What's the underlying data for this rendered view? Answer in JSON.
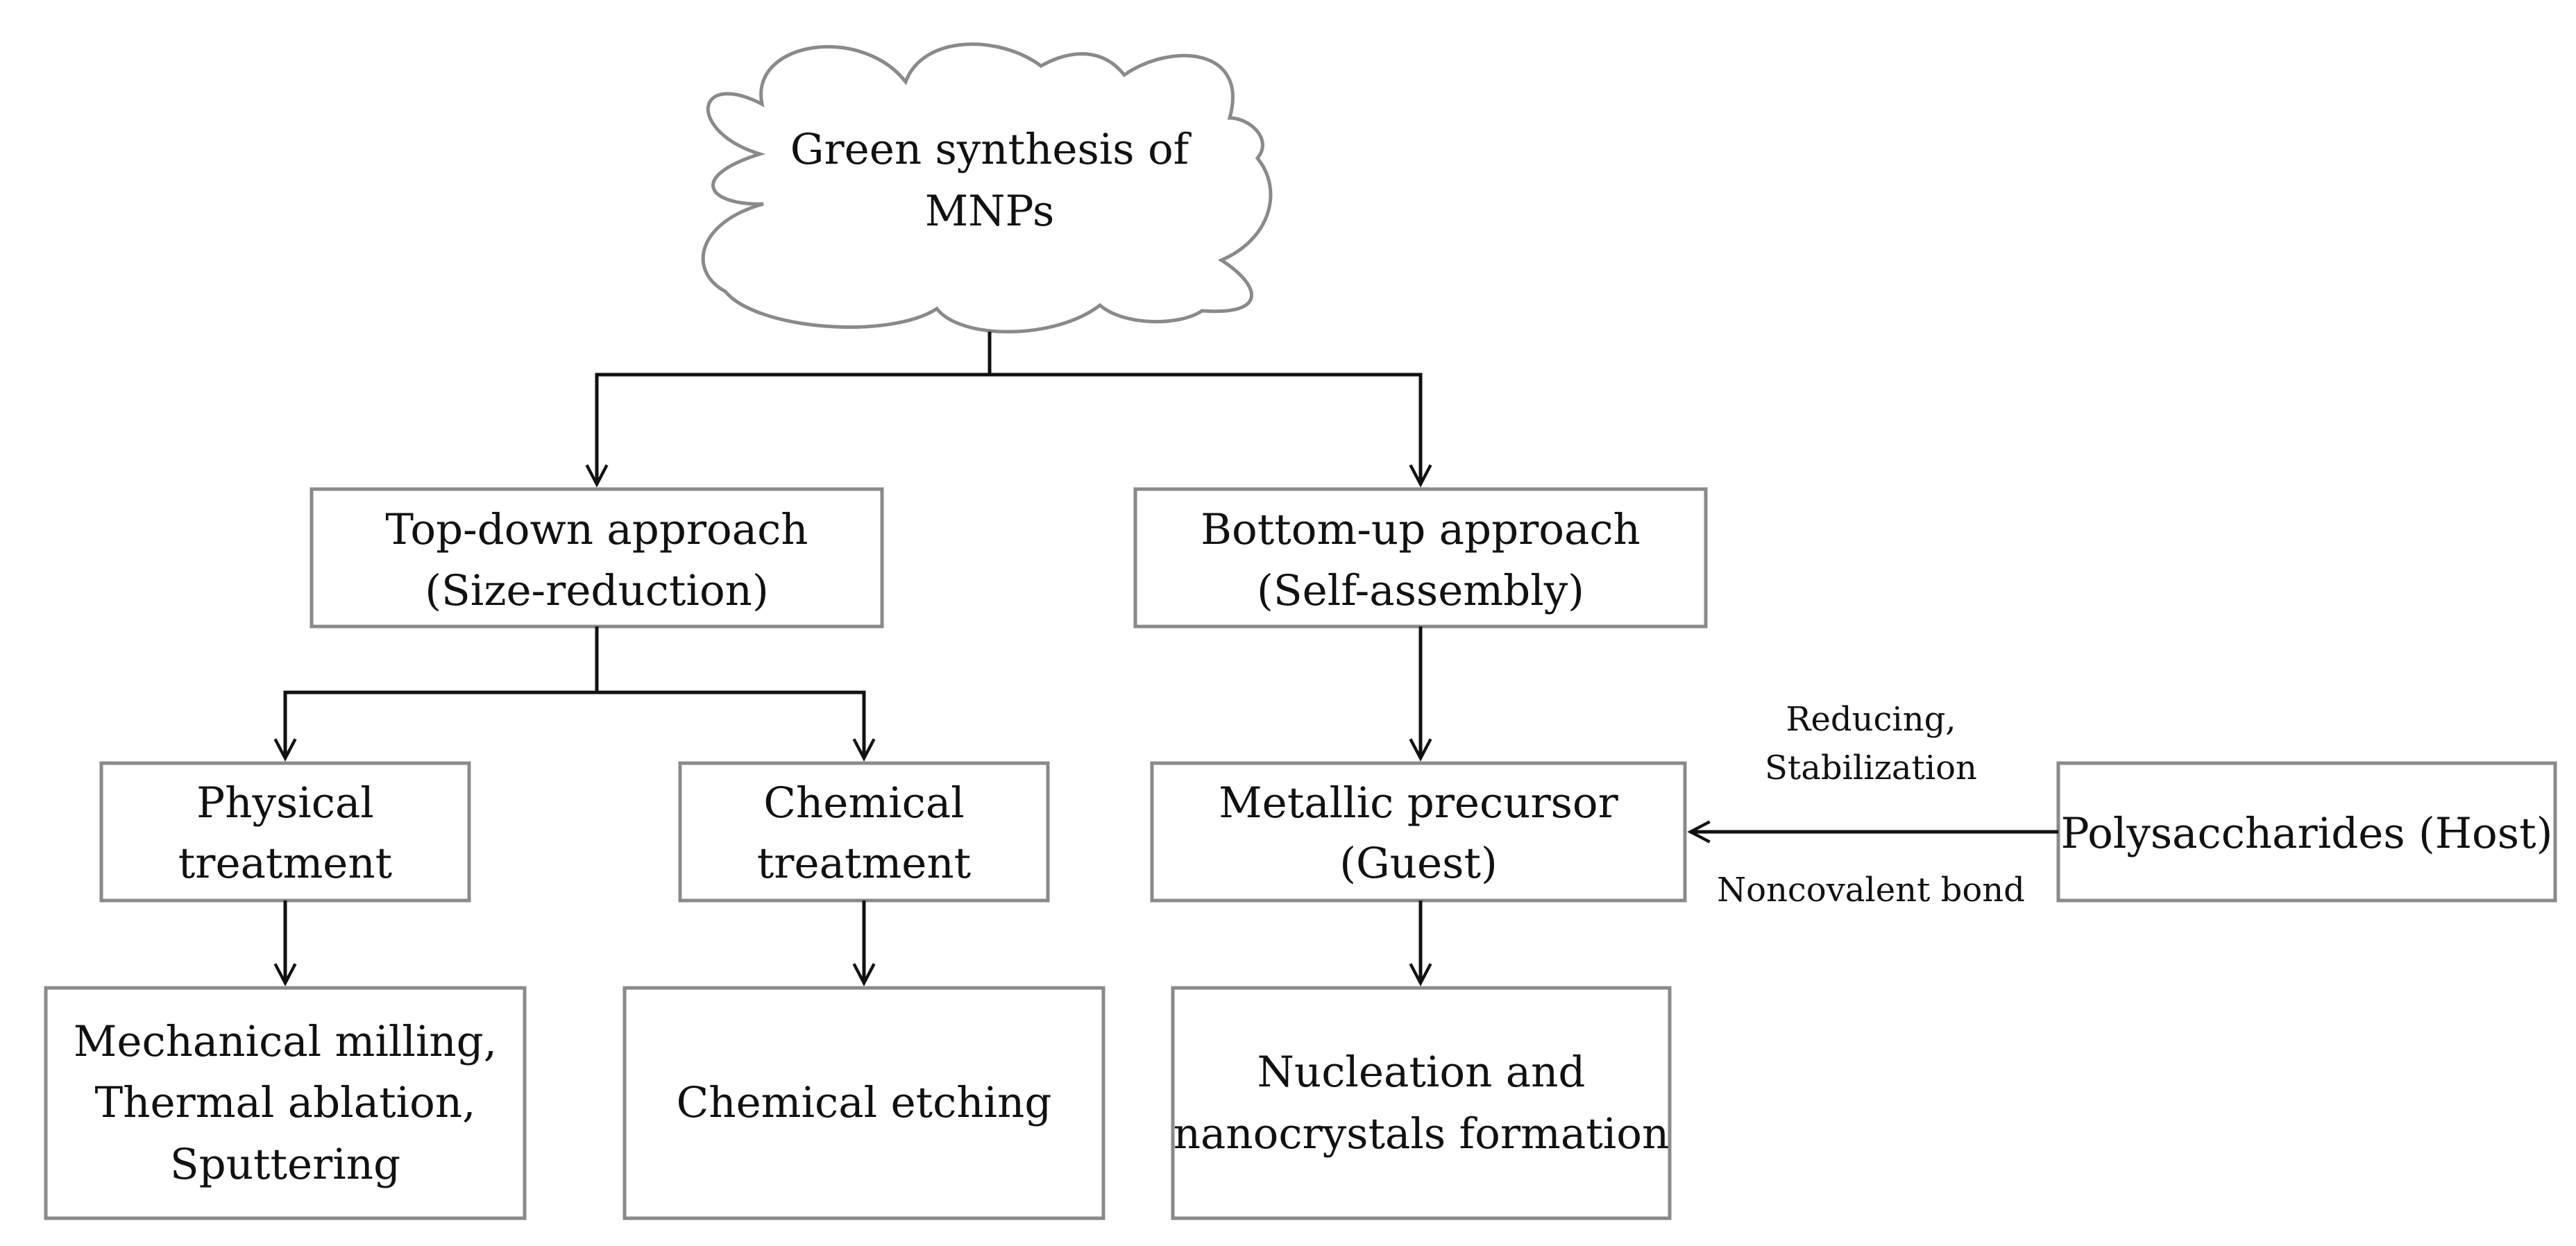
{
  "nodes": {
    "root": {
      "lines": [
        "Green synthesis of",
        "MNPs"
      ]
    },
    "top_down": {
      "lines": [
        "Top-down approach",
        "(Size-reduction)"
      ]
    },
    "bottom_up": {
      "lines": [
        "Bottom-up approach",
        "(Self-assembly)"
      ]
    },
    "physical": {
      "lines": [
        "Physical",
        "treatment"
      ]
    },
    "chemical": {
      "lines": [
        "Chemical",
        "treatment"
      ]
    },
    "precursor": {
      "lines": [
        "Metallic precursor",
        "(Guest)"
      ]
    },
    "polysaccharides": {
      "lines": [
        "Polysaccharides (Host)"
      ]
    },
    "milling": {
      "lines": [
        "Mechanical milling,",
        "Thermal ablation,",
        "Sputtering"
      ]
    },
    "etching": {
      "lines": [
        "Chemical etching"
      ]
    },
    "nucleation": {
      "lines": [
        "Nucleation and",
        "nanocrystals formation"
      ]
    }
  },
  "edge_labels": {
    "above": [
      "Reducing,",
      "Stabilization"
    ],
    "below": "Noncovalent bond"
  }
}
